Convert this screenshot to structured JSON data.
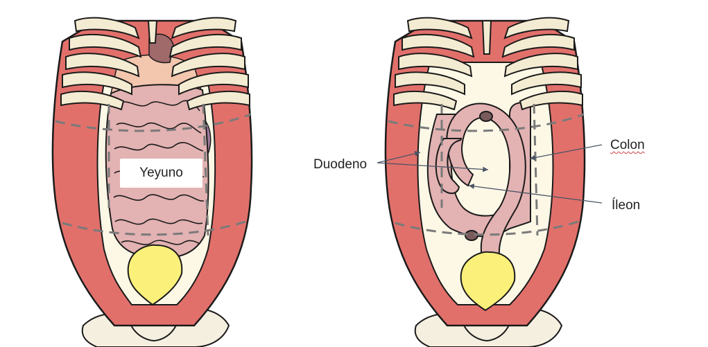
{
  "labels": {
    "left": "Yeyuno",
    "duodeno": "Duodeno",
    "colon": "Colon",
    "ileon": "Íleon"
  },
  "colors": {
    "muscle": "#e1706b",
    "muscle_light": "#ec9b94",
    "rib": "#f4ecd2",
    "rib_line": "#1a1a1a",
    "skin": "#fdf8e6",
    "intestine": "#e3b2b2",
    "liver": "#f3c6ae",
    "stomach": "#a06a6a",
    "spleen": "#9f7b9c",
    "bladder": "#fbf07a",
    "bone": "#f5efe0",
    "dash": "#7a7a7a",
    "pointer": "#4a5466",
    "lumen": "#7a5b5b"
  }
}
